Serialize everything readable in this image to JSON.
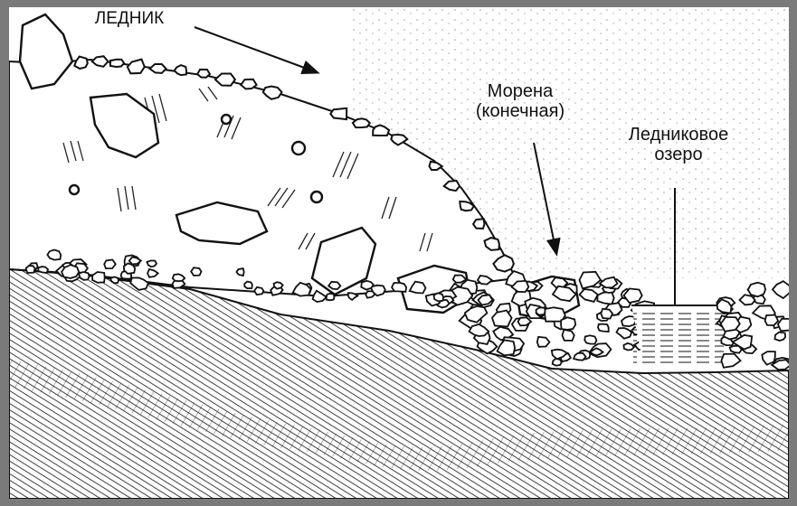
{
  "diagram": {
    "labels": {
      "glacier": "ЛЕДНИК",
      "moraine_line1": "Морена",
      "moraine_line2": "(конечная)",
      "lake_line1": "Ледниковое",
      "lake_line2": "озеро"
    },
    "colors": {
      "background": "#7a7a7a",
      "paper": "#ffffff",
      "ink": "#111111"
    }
  }
}
